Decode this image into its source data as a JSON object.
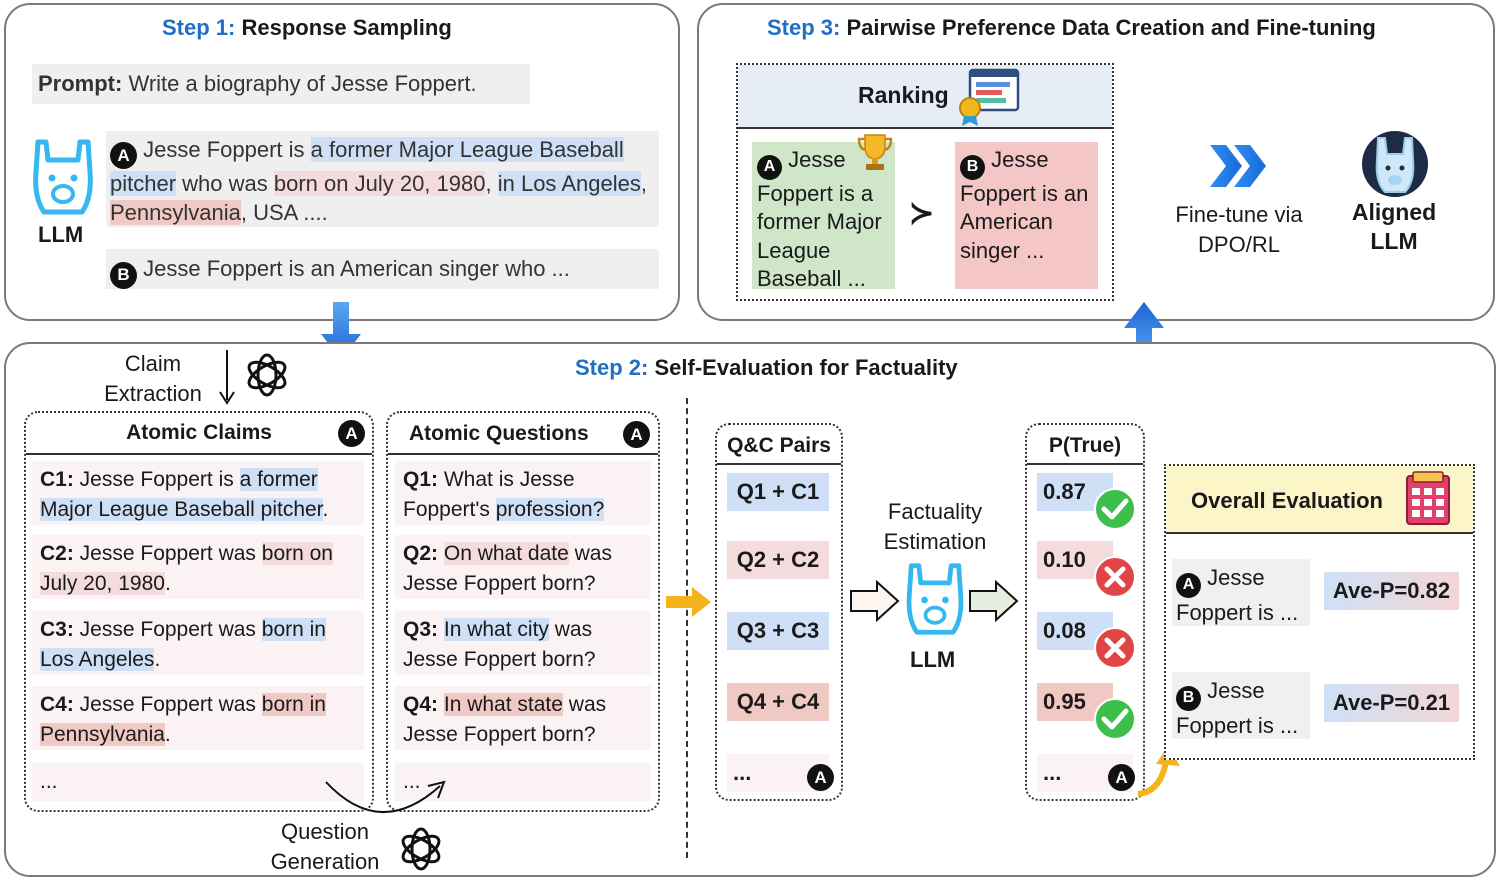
{
  "step1": {
    "num": "Step 1:",
    "title": "Response Sampling",
    "prompt_label": "Prompt:",
    "prompt_text": "Write a biography of Jesse Foppert.",
    "llm_label": "LLM",
    "response_a": {
      "badge": "A",
      "t1": "Jesse Foppert is ",
      "hl1": "a former Major League Baseball pitcher",
      "t2": " who was ",
      "hl2": "born on July 20, 1980",
      "t3": ", ",
      "hl3": "in Los Angeles",
      "t4": ", ",
      "hl4": "Pennsylvania",
      "t5": ", USA ...."
    },
    "response_b": {
      "badge": "B",
      "text": "Jesse Foppert is an American singer who ..."
    }
  },
  "step3": {
    "num": "Step 3:",
    "title": "Pairwise Preference Data Creation and Fine-tuning",
    "ranking_label": "Ranking",
    "win": {
      "badge": "A",
      "text": "Jesse Foppert is a former Major League Baseball ..."
    },
    "gt_symbol": "≻",
    "lose": {
      "badge": "B",
      "text": "Jesse Foppert is an American singer ..."
    },
    "finetune_label": "Fine-tune via DPO/RL",
    "aligned_label": "Aligned LLM"
  },
  "step2": {
    "num": "Step 2:",
    "title": "Self-Evaluation for Factuality",
    "claim_extraction": "Claim Extraction",
    "question_generation": "Question Generation",
    "claims_header": "Atomic Claims",
    "questions_header": "Atomic Questions",
    "header_badge": "A",
    "claims": [
      {
        "id": "C1:",
        "t1": " Jesse Foppert is ",
        "hl": "a former Major League Baseball pitcher",
        "t2": ".",
        "hl_color": "blue"
      },
      {
        "id": "C2:",
        "t1": " Jesse Foppert was ",
        "hl": "born on July 20, 1980",
        "t2": ".",
        "hl_color": "pink"
      },
      {
        "id": "C3:",
        "t1": " Jesse Foppert was ",
        "hl": "born in Los Angeles",
        "t2": ".",
        "hl_color": "blue"
      },
      {
        "id": "C4:",
        "t1": " Jesse Foppert was ",
        "hl": "born in Pennsylvania",
        "t2": ".",
        "hl_color": "red"
      }
    ],
    "claims_more": "...",
    "questions": [
      {
        "id": "Q1:",
        "t1": " What is Jesse Foppert's ",
        "hl": "profession?",
        "t2": "",
        "hl_color": "blue"
      },
      {
        "id": "Q2:",
        "t1": " ",
        "hl": "On what date",
        "t2": " was Jesse Foppert born?",
        "hl_color": "pink"
      },
      {
        "id": "Q3:",
        "t1": " ",
        "hl": "In what city",
        "t2": " was Jesse Foppert born?",
        "hl_color": "blue"
      },
      {
        "id": "Q4:",
        "t1": " ",
        "hl": "In what state",
        "t2": " was Jesse Foppert born?",
        "hl_color": "red"
      }
    ],
    "questions_more": "...",
    "qc_header": "Q&C Pairs",
    "qc_pairs": [
      "Q1 + C1",
      "Q2 + C2",
      "Q3 + C3",
      "Q4 + C4"
    ],
    "qc_more": "...",
    "factuality_label": "Factuality Estimation",
    "llm_label": "LLM",
    "ptrue_header": "P(True)",
    "ptrue_values": [
      "0.87",
      "0.10",
      "0.08",
      "0.95"
    ],
    "ptrue_marks": [
      "check-icon",
      "cross-icon",
      "cross-icon",
      "check-icon"
    ],
    "ptrue_more": "...",
    "overall_header": "Overall Evaluation",
    "overall_a": {
      "badge": "A",
      "text": "Jesse Foppert is ...",
      "score": "Ave-P=0.82"
    },
    "overall_b": {
      "badge": "B",
      "text": "Jesse Foppert is ...",
      "score": "Ave-P=0.21"
    }
  },
  "colors": {
    "step_blue": "#1f6fc5",
    "hl_blue": "#cfe0f6",
    "hl_pink": "#f4dcdc",
    "hl_red": "#f0c9c4",
    "win_green": "#cfe6c8",
    "lose_red": "#f4c6c6",
    "arrow_blue": "#2f7fe0",
    "arrow_gold": "#f4b21b",
    "check_green": "#3cbf4b",
    "cross_red": "#e04646"
  }
}
